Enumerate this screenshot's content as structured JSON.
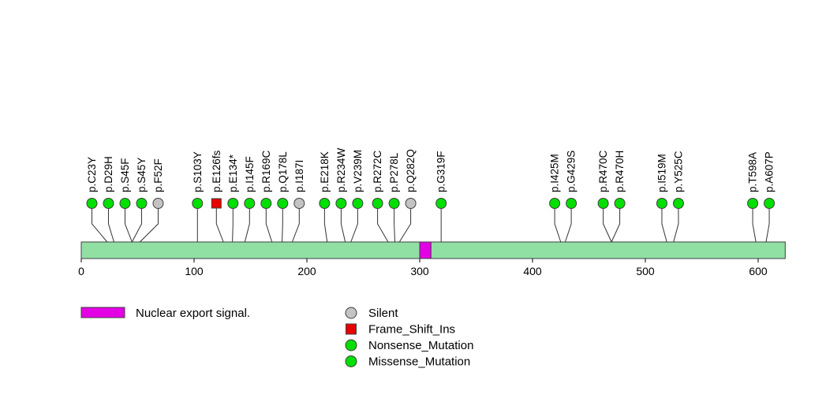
{
  "chart_data": {
    "type": "lollipop",
    "xlabel": "",
    "ylabel": "",
    "xlim": [
      0,
      624
    ],
    "axis_ticks": [
      0,
      100,
      200,
      300,
      400,
      500,
      600
    ],
    "backbone_color": "#90e0a4",
    "outline_color": "#3f3f3f",
    "stem_color": "#333333",
    "domains": [
      {
        "name": "Nuclear export signal.",
        "start": 300,
        "end": 310,
        "color": "#e400e4"
      }
    ],
    "mutation_types": [
      {
        "name": "Silent",
        "color": "#c3c3c3",
        "shape": "circle"
      },
      {
        "name": "Frame_Shift_Ins",
        "color": "#e80000",
        "shape": "square"
      },
      {
        "name": "Nonsense_Mutation",
        "color": "#00e000",
        "shape": "circle"
      },
      {
        "name": "Missense_Mutation",
        "color": "#00e000",
        "shape": "circle"
      }
    ],
    "mutations": [
      {
        "label": "p.C23Y",
        "pos": 23,
        "type": "Missense_Mutation"
      },
      {
        "label": "p.D29H",
        "pos": 29,
        "type": "Missense_Mutation"
      },
      {
        "label": "p.S45F",
        "pos": 45,
        "type": "Missense_Mutation"
      },
      {
        "label": "p.S45Y",
        "pos": 45,
        "type": "Missense_Mutation"
      },
      {
        "label": "p.F52F",
        "pos": 52,
        "type": "Silent"
      },
      {
        "label": "p.S103Y",
        "pos": 103,
        "type": "Missense_Mutation"
      },
      {
        "label": "p.E126fs",
        "pos": 126,
        "type": "Frame_Shift_Ins"
      },
      {
        "label": "p.E134*",
        "pos": 134,
        "type": "Nonsense_Mutation"
      },
      {
        "label": "p.I145F",
        "pos": 145,
        "type": "Missense_Mutation"
      },
      {
        "label": "p.R169C",
        "pos": 169,
        "type": "Missense_Mutation"
      },
      {
        "label": "p.Q178L",
        "pos": 178,
        "type": "Missense_Mutation"
      },
      {
        "label": "p.I187I",
        "pos": 187,
        "type": "Silent"
      },
      {
        "label": "p.E218K",
        "pos": 218,
        "type": "Missense_Mutation"
      },
      {
        "label": "p.R234W",
        "pos": 234,
        "type": "Missense_Mutation"
      },
      {
        "label": "p.V239M",
        "pos": 239,
        "type": "Missense_Mutation"
      },
      {
        "label": "p.R272C",
        "pos": 272,
        "type": "Missense_Mutation"
      },
      {
        "label": "p.P278L",
        "pos": 278,
        "type": "Missense_Mutation"
      },
      {
        "label": "p.Q282Q",
        "pos": 282,
        "type": "Silent"
      },
      {
        "label": "p.G319F",
        "pos": 319,
        "type": "Missense_Mutation"
      },
      {
        "label": "p.I425M",
        "pos": 425,
        "type": "Missense_Mutation"
      },
      {
        "label": "p.G429S",
        "pos": 429,
        "type": "Missense_Mutation"
      },
      {
        "label": "p.R470C",
        "pos": 470,
        "type": "Missense_Mutation"
      },
      {
        "label": "p.R470H",
        "pos": 470,
        "type": "Missense_Mutation"
      },
      {
        "label": "p.I519M",
        "pos": 519,
        "type": "Missense_Mutation"
      },
      {
        "label": "p.Y525C",
        "pos": 525,
        "type": "Missense_Mutation"
      },
      {
        "label": "p.T598A",
        "pos": 598,
        "type": "Missense_Mutation"
      },
      {
        "label": "p.A607P",
        "pos": 607,
        "type": "Missense_Mutation"
      }
    ],
    "legend": {
      "domain_items": [
        {
          "label": "Nuclear export signal.",
          "color": "#e400e4"
        }
      ],
      "type_items": [
        {
          "label": "Silent",
          "color": "#c3c3c3",
          "shape": "circle"
        },
        {
          "label": "Frame_Shift_Ins",
          "color": "#e80000",
          "shape": "square"
        },
        {
          "label": "Nonsense_Mutation",
          "color": "#00e000",
          "shape": "circle"
        },
        {
          "label": "Missense_Mutation",
          "color": "#00e000",
          "shape": "circle"
        }
      ],
      "position": "bottom"
    },
    "grid": false
  }
}
